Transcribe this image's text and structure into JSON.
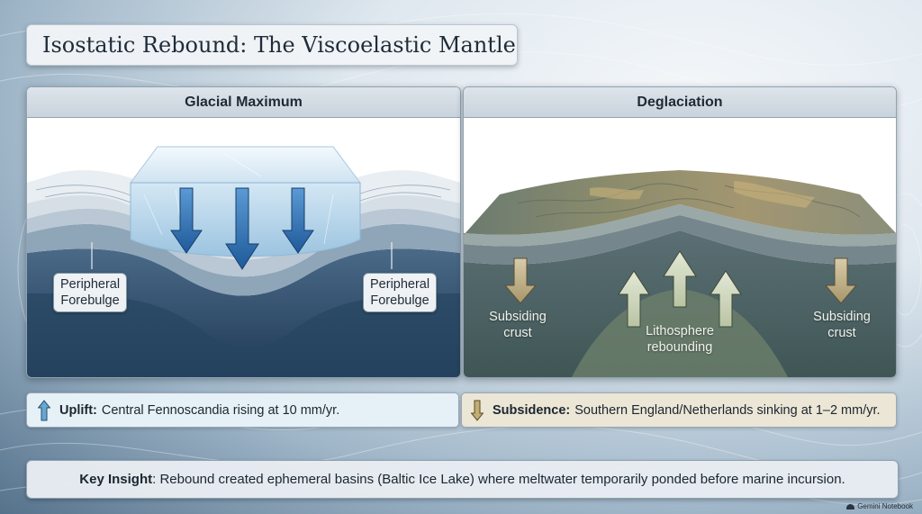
{
  "title": "Isostatic Rebound: The Viscoelastic Mantle",
  "panels": {
    "left": {
      "header": "Glacial Maximum",
      "callout_left": [
        "Peripheral",
        "Forebulge"
      ],
      "callout_right": [
        "Peripheral",
        "Forebulge"
      ]
    },
    "right": {
      "header": "Deglaciation",
      "label_left": [
        "Subsiding",
        "crust"
      ],
      "label_center": [
        "Lithosphere",
        "rebounding"
      ],
      "label_right": [
        "Subsiding",
        "crust"
      ]
    }
  },
  "info": {
    "uplift_label": "Uplift:",
    "uplift_text": "Central Fennoscandia rising at 10 mm/yr.",
    "subsidence_label": "Subsidence:",
    "subsidence_text": "Southern England/Netherlands sinking at 1–2 mm/yr."
  },
  "insight": {
    "label": "Key Insight",
    "text": ": Rebound created ephemeral basins (Baltic Ice Lake) where meltwater temporarily ponded before marine incursion."
  },
  "watermark": "Gemini Notebook",
  "colors": {
    "down_arrow_blue": "#2f6fb0",
    "up_arrow_sage": "#c9d2b8",
    "down_arrow_tan": "#b9a77a",
    "mantle_dark": "#2c4660"
  }
}
